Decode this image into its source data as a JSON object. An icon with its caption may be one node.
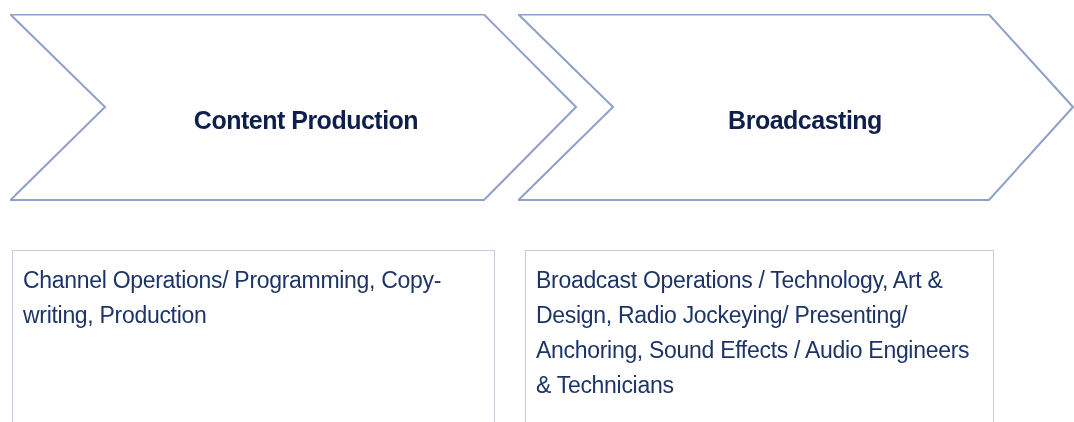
{
  "diagram": {
    "nodes": [
      {
        "text": [
          "Content Production"
        ]
      },
      {
        "text": [
          "Broadcasting"
        ]
      },
      {
        "text": [
          "Channel Operations/ Programming, Copy-writing, Production"
        ]
      },
      {
        "text": [
          "Broadcast Operations / Technology, Art & Design, Radio Jockeying/ Presenting/ Anchoring, Sound Effects / Audio Engineers & Technicians"
        ]
      }
    ]
  }
}
